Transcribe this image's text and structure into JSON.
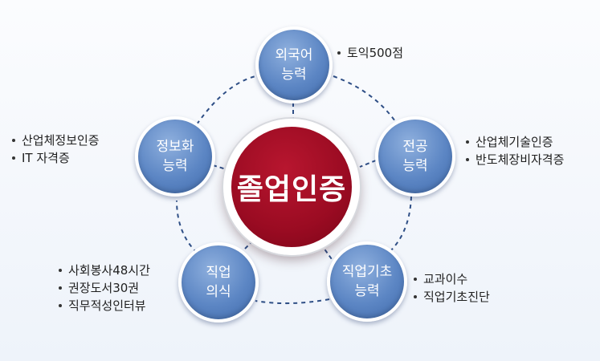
{
  "center": {
    "label": "졸업인증"
  },
  "nodes": [
    {
      "id": "foreign",
      "lines": [
        "외국어",
        "능력"
      ],
      "notes": [
        "토익500점"
      ]
    },
    {
      "id": "major",
      "lines": [
        "전공",
        "능력"
      ],
      "notes": [
        "산업체기술인증",
        "반도체장비자격증"
      ]
    },
    {
      "id": "basic",
      "lines": [
        "직업기초",
        "능력"
      ],
      "notes": [
        "교과이수",
        "직업기초진단"
      ]
    },
    {
      "id": "awareness",
      "lines": [
        "직업",
        "의식"
      ],
      "notes": [
        "사회봉사48시간",
        "권장도서30권",
        "직무적성인터뷰"
      ]
    },
    {
      "id": "info",
      "lines": [
        "정보화",
        "능력"
      ],
      "notes": [
        "산업체정보인증",
        "IT 자격증"
      ]
    }
  ],
  "colors": {
    "node": "#5c86c4",
    "center": "#9a0b22",
    "connector": "#2f4f86"
  }
}
